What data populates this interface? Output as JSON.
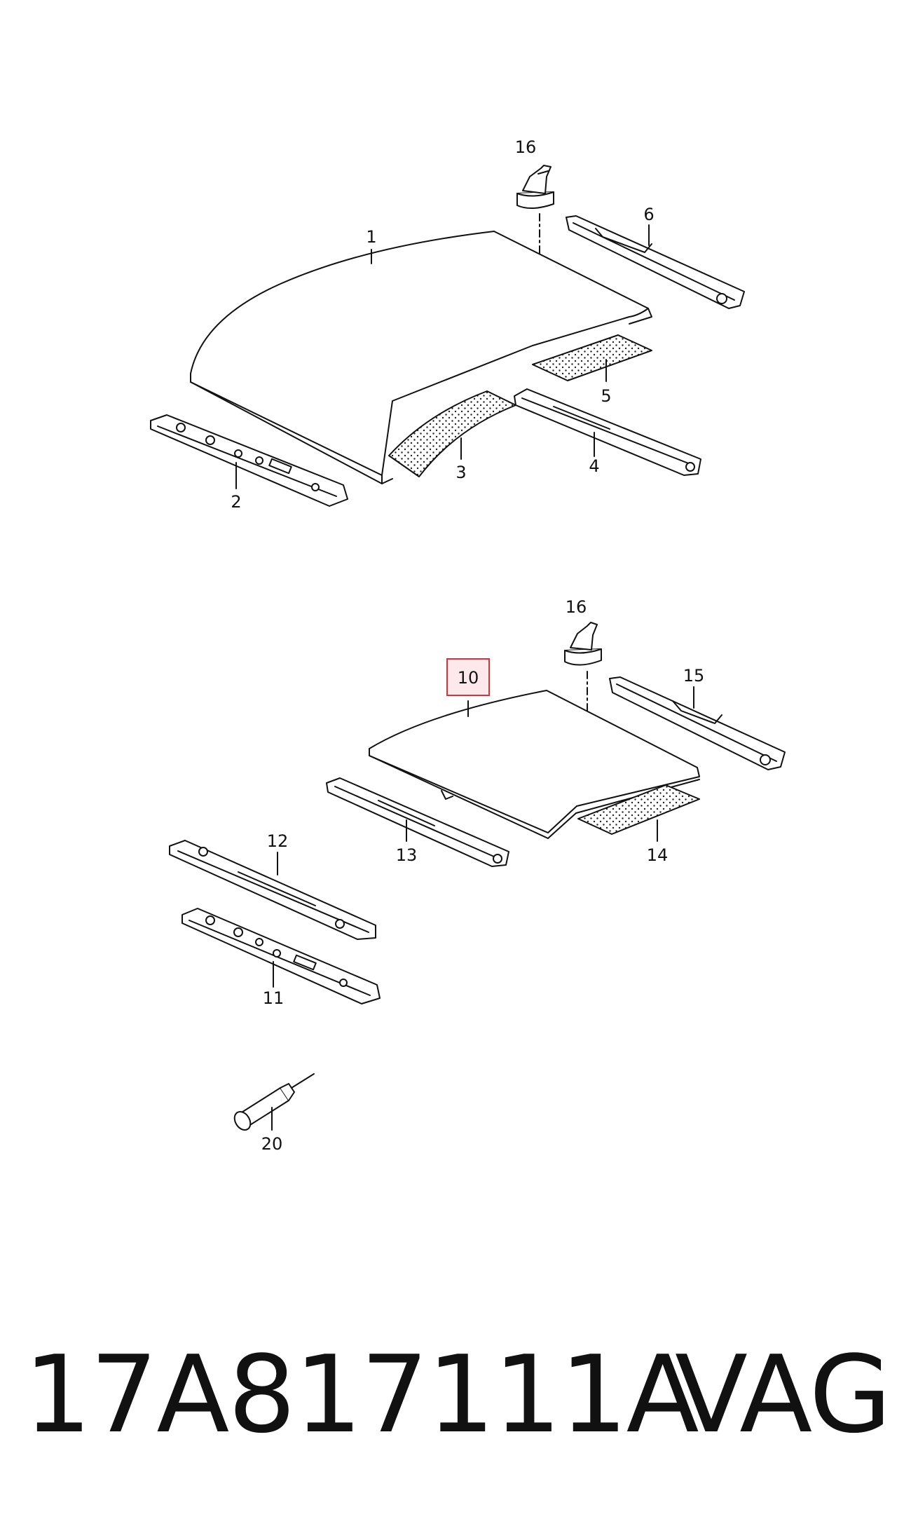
{
  "diagram": {
    "callouts": [
      {
        "id": "c16a",
        "label": "16"
      },
      {
        "id": "c1",
        "label": "1"
      },
      {
        "id": "c6",
        "label": "6"
      },
      {
        "id": "c5",
        "label": "5"
      },
      {
        "id": "c4",
        "label": "4"
      },
      {
        "id": "c3",
        "label": "3"
      },
      {
        "id": "c2",
        "label": "2"
      },
      {
        "id": "c16b",
        "label": "16"
      },
      {
        "id": "c10",
        "label": "10",
        "highlighted": true
      },
      {
        "id": "c15",
        "label": "15"
      },
      {
        "id": "c13",
        "label": "13"
      },
      {
        "id": "c14",
        "label": "14"
      },
      {
        "id": "c12",
        "label": "12"
      },
      {
        "id": "c11",
        "label": "11"
      },
      {
        "id": "c20",
        "label": "20"
      }
    ],
    "highlight_color": "#d9303a",
    "highlight_fill": "#fde9ec"
  },
  "caption": {
    "part_number": "17A817111A",
    "brand": "VAG"
  }
}
